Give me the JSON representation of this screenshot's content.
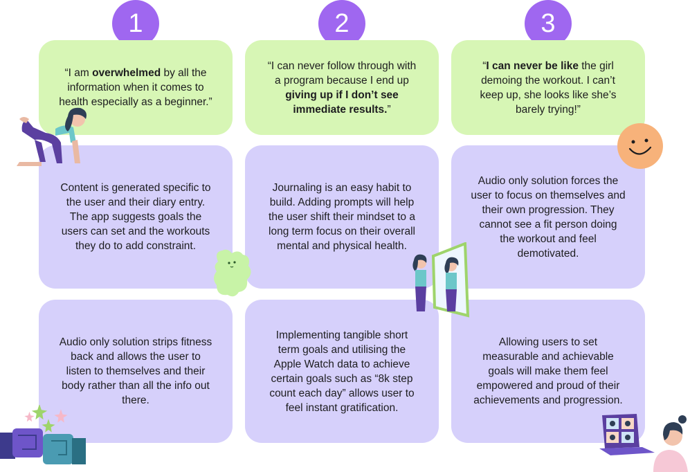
{
  "columns": [
    {
      "number": "1",
      "quote": [
        {
          "text": "“I am ",
          "bold": false
        },
        {
          "text": "overwhelmed",
          "bold": true
        },
        {
          "text": " by all the information when it comes to health especially as a beginner.”",
          "bold": false
        }
      ],
      "insight": "Content is generated specific to the user and their diary entry. The app suggests goals the users can set and the workouts they do to add constraint.",
      "solution": "Audio only solution strips fitness back and allows the user to listen to themselves and their body rather than all the info out there."
    },
    {
      "number": "2",
      "quote": [
        {
          "text": "“I can never follow through with a program because I end up ",
          "bold": false
        },
        {
          "text": "giving up if I don’t see immediate results.",
          "bold": true
        },
        {
          "text": "”",
          "bold": false
        }
      ],
      "insight": "Journaling is an easy habit to build. Adding prompts will help the user shift their mindset to a long term focus on their overall mental and physical health.",
      "solution": "Implementing tangible short term goals and utilising the Apple Watch data to achieve certain goals such as “8k step count each day” allows user to feel instant gratification."
    },
    {
      "number": "3",
      "quote": [
        {
          "text": "“",
          "bold": false
        },
        {
          "text": "I can never be like",
          "bold": true
        },
        {
          "text": " the girl demoing the workout. I can’t keep up, she looks like she’s barely trying!”",
          "bold": false
        }
      ],
      "insight": "Audio only solution forces the user to focus on themselves and their own progression. They cannot see a fit person doing the workout and feel demotivated.",
      "solution": "Allowing users to set measurable and achievable goals will make them feel empowered and proud of their achievements and progression."
    }
  ],
  "colors": {
    "badge": "#9f67f0",
    "quote_card": "#d7f6b5",
    "info_card": "#d6d0fb"
  }
}
